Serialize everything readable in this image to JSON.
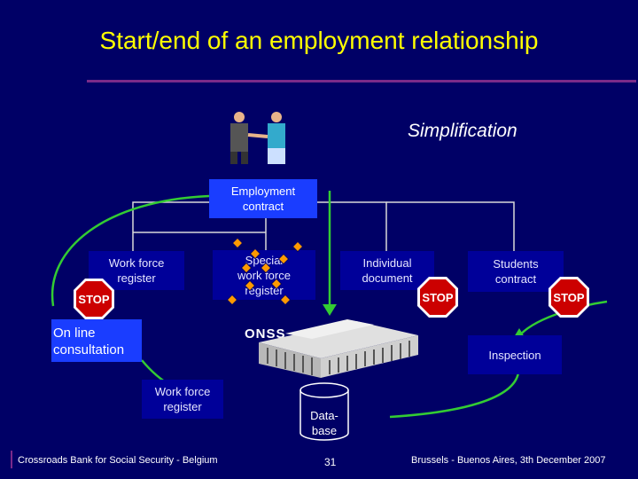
{
  "title": "Start/end of an employment relationship",
  "simplification": "Simplification",
  "boxes": {
    "employment_contract": [
      "Employment",
      "contract"
    ],
    "work_force_register": [
      "Work force",
      "register"
    ],
    "special_register": [
      "Special",
      "work force",
      "register"
    ],
    "individual_document": [
      "Individual",
      "document"
    ],
    "students_contract": [
      "Students",
      "contract"
    ],
    "work_force_register_bottom": [
      "Work force",
      "register"
    ],
    "inspection": "Inspection"
  },
  "onss": "ONSS",
  "online_consultation": [
    "On line",
    "consultation"
  ],
  "database": [
    "Data-",
    "base"
  ],
  "footer": {
    "left": "Crossroads Bank for Social Security - Belgium",
    "page": "31",
    "right": "Brussels - Buenos Aires, 3th December 2007"
  },
  "stop_sign": "STOP",
  "icons": [
    "handshake-icon",
    "stop-sign-icon",
    "building-icon",
    "database-icon"
  ],
  "colors": {
    "background": "#000066",
    "title": "#ffff00",
    "box": "#000099",
    "box_bright": "#1a3dff",
    "arrow": "#33cc33",
    "connector": "#d9d9d9",
    "stop": "#cc0000",
    "diamond": "#ff9900"
  }
}
